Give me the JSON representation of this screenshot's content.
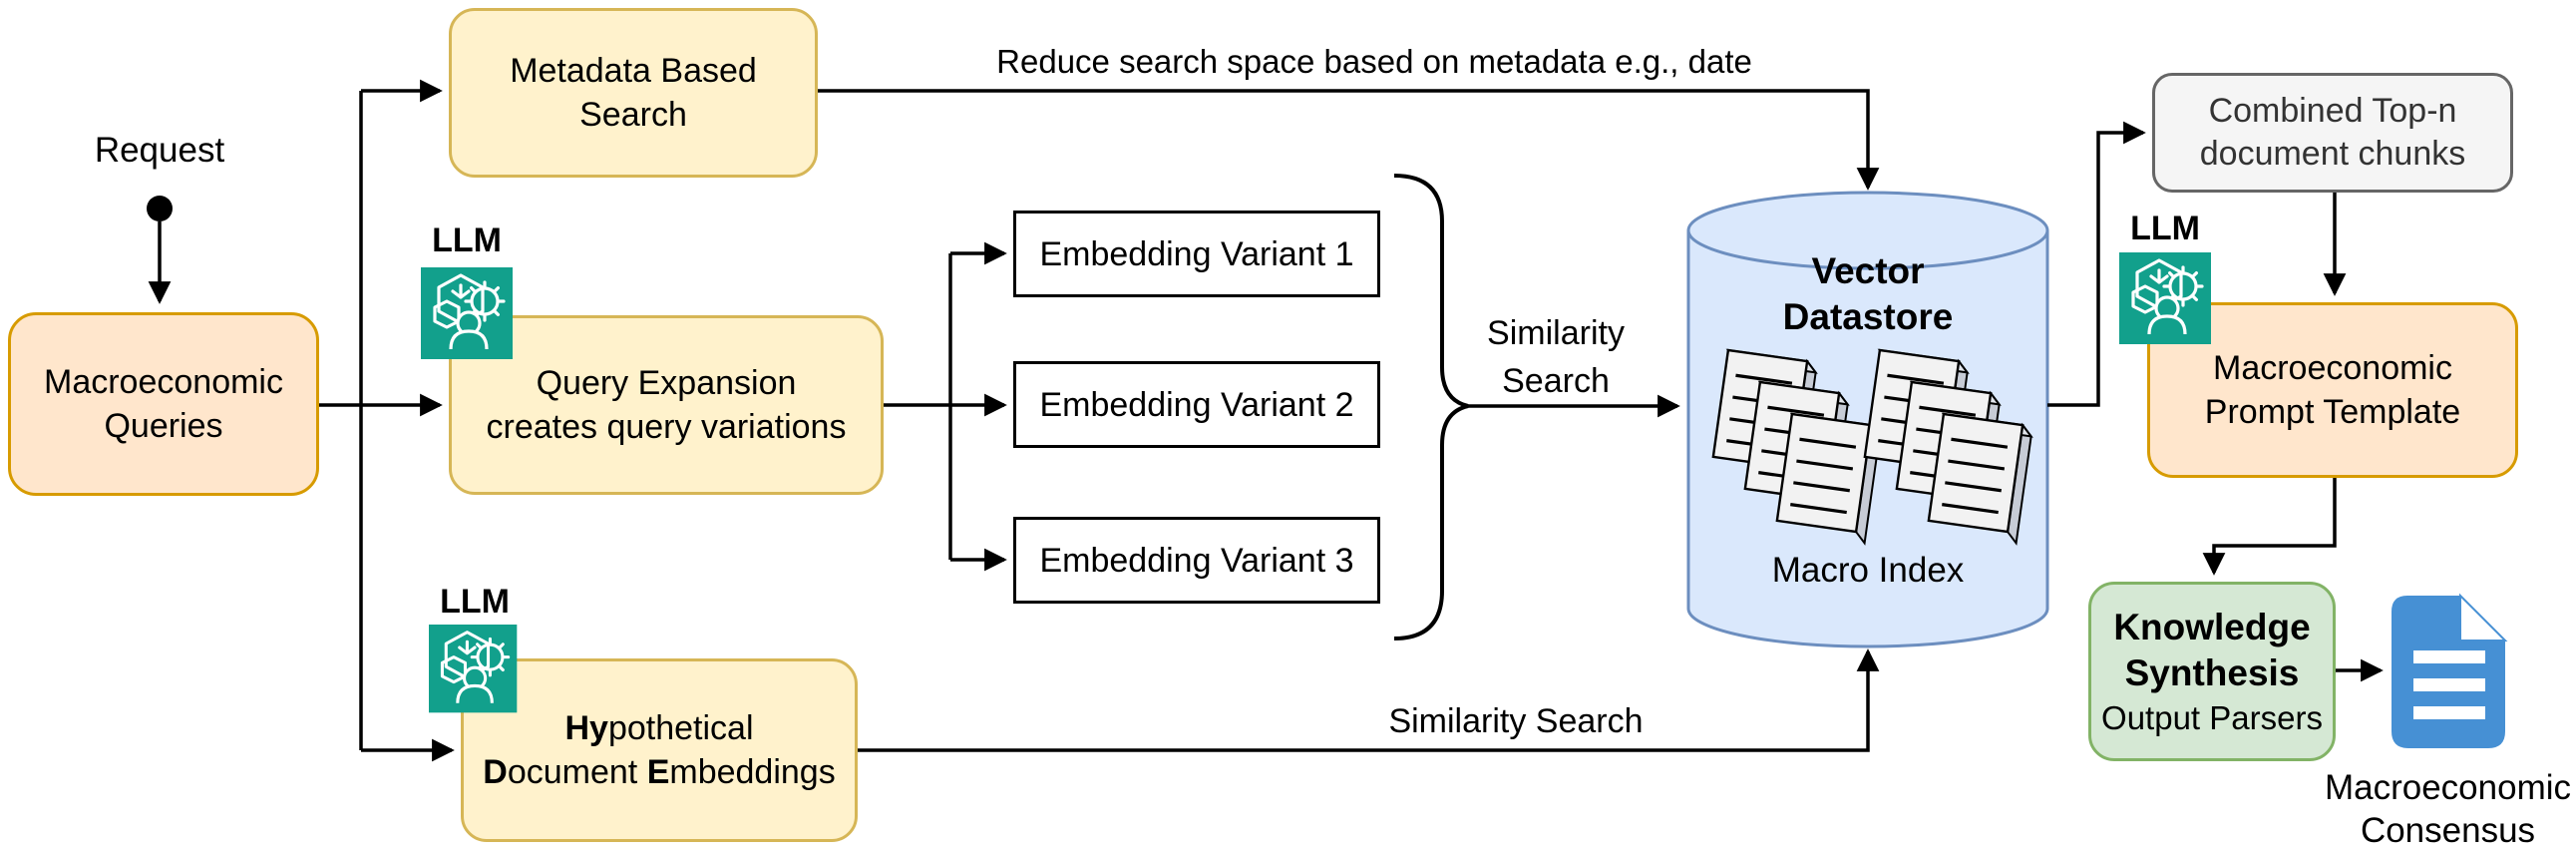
{
  "request_label": "Request",
  "llm_label": "LLM",
  "nodes": {
    "macro_queries": {
      "lines": [
        "Macroeconomic",
        "Queries"
      ]
    },
    "metadata_search": {
      "lines": [
        "Metadata Based",
        "Search"
      ]
    },
    "query_expansion": {
      "lines": [
        "Query Expansion",
        "creates query variations"
      ]
    },
    "hyde": {
      "rich_lines": [
        [
          {
            "t": "Hy",
            "b": 1
          },
          {
            "t": "pothetical"
          }
        ],
        [
          {
            "t": "D",
            "b": 1
          },
          {
            "t": "ocument "
          },
          {
            "t": "E",
            "b": 1
          },
          {
            "t": "mbeddings"
          }
        ]
      ]
    },
    "variants": [
      "Embedding Variant 1",
      "Embedding Variant 2",
      "Embedding Variant 3"
    ],
    "vector_datastore": {
      "title_lines": [
        "Vector",
        "Datastore"
      ],
      "index_label": "Macro Index"
    },
    "combined_chunks": {
      "lines": [
        "Combined Top-n",
        "document chunks"
      ]
    },
    "prompt_template": {
      "lines": [
        "Macroeconomic",
        "Prompt Template"
      ]
    },
    "knowledge_synthesis": {
      "bold_lines": [
        "Knowledge",
        "Synthesis"
      ],
      "sub_label": "Output Parsers"
    },
    "consensus": {
      "lines": [
        "Macroeconomic",
        "Consensus"
      ]
    }
  },
  "edge_labels": {
    "metadata": "Reduce search space based on metadata e.g., date",
    "similarity_mid_lines": [
      "Similarity",
      "Search"
    ],
    "similarity_bottom": "Similarity Search"
  },
  "colors": {
    "peach_fill": "#FFE6CC",
    "peach_border": "#D79B00",
    "yellow_fill": "#FFF2CC",
    "yellow_border": "#D6B656",
    "blue_fill": "#DAE8FC",
    "blue_border": "#6C8EBF",
    "green_fill": "#D5E8D4",
    "green_border": "#82B366",
    "gray_fill": "#F5F5F5",
    "gray_border": "#666666",
    "llm_teal": "#12A08C",
    "doc_blue": "#4690D4",
    "line": "#000000"
  }
}
